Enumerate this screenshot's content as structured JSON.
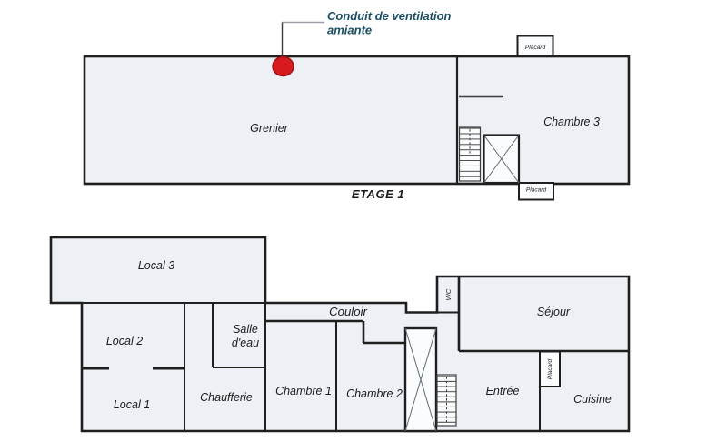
{
  "annotation": {
    "line1": "Conduit de ventilation",
    "line2": "amiante"
  },
  "floor_upper": {
    "name": "ETAGE 1",
    "rooms": {
      "grenier": "Grenier",
      "chambre3": "Chambre 3"
    },
    "closets": {
      "top": "Placard",
      "bottom": "Placard"
    }
  },
  "floor_lower": {
    "rooms": {
      "local3": "Local 3",
      "local2": "Local 2",
      "local1": "Local 1",
      "chaufferie": "Chaufferie",
      "salle_eau": {
        "line1": "Salle",
        "line2": "d'eau"
      },
      "couloir": "Couloir",
      "chambre1": "Chambre 1",
      "chambre2": "Chambre 2",
      "wc": "WC",
      "sejour": "Séjour",
      "entree": "Entrée",
      "placard": "Placard",
      "cuisine": "Cuisine"
    }
  },
  "colors": {
    "marker_red": "#d61a1e",
    "annotation_blue": "#194f66",
    "wall": "#1f1f1f",
    "room_fill": "#edf0f5"
  }
}
